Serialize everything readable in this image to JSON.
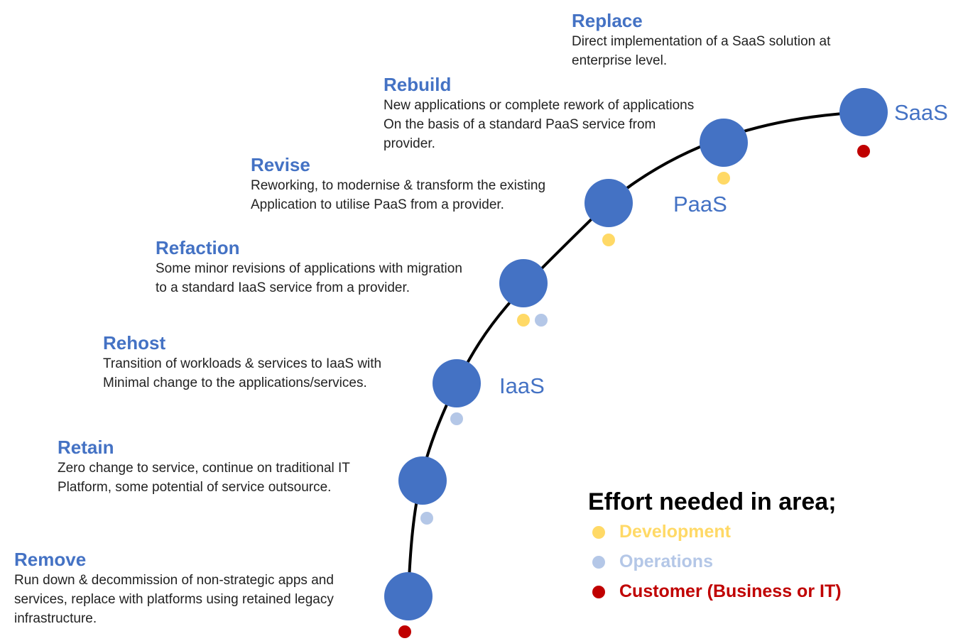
{
  "colors": {
    "node": "#4472C4",
    "title": "#4472C4",
    "line": "#000000",
    "development": "#FFD966",
    "operations": "#B4C7E7",
    "customer": "#C00000"
  },
  "steps": [
    {
      "title": "Remove",
      "lines": [
        "Run down & decommission of non-strategic apps and",
        "services, replace with platforms using retained legacy",
        "infrastructure."
      ],
      "effort": [
        "customer"
      ]
    },
    {
      "title": "Retain",
      "lines": [
        "Zero change to service, continue on traditional IT",
        "Platform, some potential of service outsource."
      ],
      "effort": [
        "operations"
      ]
    },
    {
      "title": "Rehost",
      "lines": [
        "Transition of workloads & services to IaaS with",
        "Minimal change to the applications/services."
      ],
      "effort": [
        "operations"
      ]
    },
    {
      "title": "Refaction",
      "lines": [
        "Some minor revisions of applications with migration",
        "to a standard IaaS service from a provider."
      ],
      "effort": [
        "development",
        "operations"
      ]
    },
    {
      "title": "Revise",
      "lines": [
        "Reworking, to modernise & transform the existing",
        "Application to utilise PaaS from a provider."
      ],
      "effort": [
        "development"
      ]
    },
    {
      "title": "Rebuild",
      "lines": [
        "New applications or complete rework of applications",
        "On the basis of a standard PaaS service from",
        "provider."
      ],
      "effort": [
        "development"
      ]
    },
    {
      "title": "Replace",
      "lines": [
        "Direct implementation of a SaaS solution at",
        "enterprise level."
      ],
      "effort": [
        "customer"
      ]
    }
  ],
  "platforms": {
    "iaas": "IaaS",
    "paas": "PaaS",
    "saas": "SaaS"
  },
  "legend": {
    "title": "Effort needed in area;",
    "items": [
      {
        "key": "development",
        "label": "Development"
      },
      {
        "key": "operations",
        "label": "Operations"
      },
      {
        "key": "customer",
        "label": "Customer (Business or IT)"
      }
    ]
  }
}
